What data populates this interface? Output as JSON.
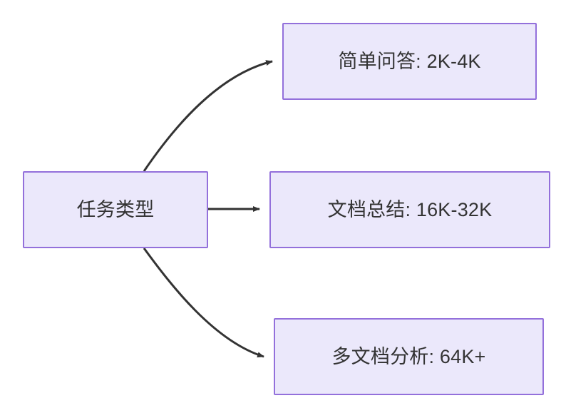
{
  "diagram": {
    "type": "flowchart",
    "direction": "left-to-right",
    "title": "任务类型",
    "colors": {
      "node_fill": "#ebe8fb",
      "node_border": "#9370db",
      "node_text": "#333333",
      "edge_stroke": "#333333",
      "background": "#ffffff"
    },
    "root": {
      "id": "root",
      "label": "任务类型"
    },
    "branches": [
      {
        "id": "task-0",
        "label": "简单问答: 2K-4K",
        "category": "简单问答",
        "value": "2K-4K",
        "edge_style": "curved",
        "arrow": "arrowhead-right"
      },
      {
        "id": "task-1",
        "label": "文档总结: 16K-32K",
        "category": "文档总结",
        "value": "16K-32K",
        "edge_style": "straight",
        "arrow": "arrowhead-right"
      },
      {
        "id": "task-2",
        "label": "多文档分析: 64K+",
        "category": "多文档分析",
        "value": "64K+",
        "edge_style": "curved",
        "arrow": "arrowhead-right"
      }
    ]
  }
}
